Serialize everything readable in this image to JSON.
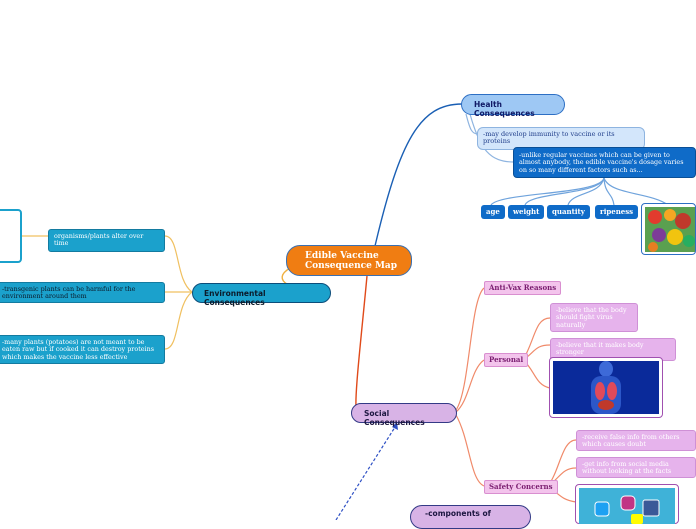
{
  "root": {
    "label": "Edible Vaccine Consequence Map"
  },
  "health": {
    "label": "Health Consequences",
    "items": [
      "-may develop immunity to vaccine or its proteins",
      "-unlike regular vaccines which can be given to almost anybody, the edible vaccine's dosage varies on so many different factors such as..."
    ],
    "factors": [
      "age",
      "weight",
      "quantity",
      "ripeness"
    ],
    "image_icon": "vegetables-photo"
  },
  "environmental": {
    "label": "Environmental Consequences",
    "items": [
      "organisms/plants alter over time",
      "-transgenic plants can be harmful for the environment around them",
      "-many plants (potatoes) are not meant to be eaten raw but if cooked it can destroy proteins which makes the vaccine less effective"
    ]
  },
  "social": {
    "label": "Social Consequences",
    "anti_vax": "Anti-Vax Reasons",
    "personal": {
      "label": "Personal",
      "items": [
        "-believe that the body should fight virus naturally",
        "-believe that it makes body stronger"
      ],
      "image_icon": "human-anatomy-photo"
    },
    "safety": {
      "label": "Safety Concerns",
      "items": [
        "-receive false info from others which causes doubt",
        "-get info from social media without looking at the facts"
      ],
      "image_icon": "social-media-logos-photo"
    }
  },
  "components": {
    "label": "-components of"
  },
  "colors": {
    "root": "#f07d12",
    "health": "#2d6fc4",
    "environmental": "#1ba1cc",
    "social": "#333a86",
    "personal_link": "#f08a6a"
  }
}
